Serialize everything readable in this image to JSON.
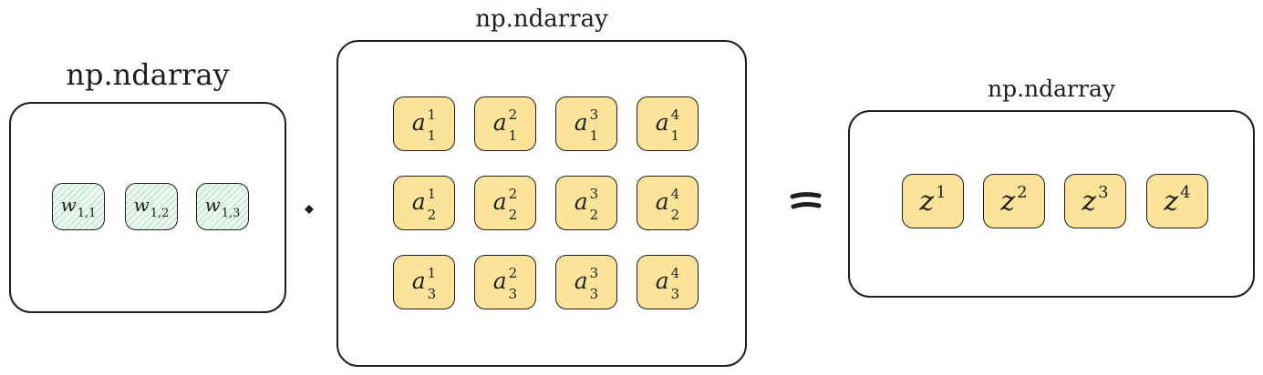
{
  "left": {
    "title": "np.ndarray",
    "cells": [
      {
        "base": "w",
        "sub": "1,1"
      },
      {
        "base": "w",
        "sub": "1,2"
      },
      {
        "base": "w",
        "sub": "1,3"
      }
    ]
  },
  "middle": {
    "title": "np.ndarray",
    "rows": [
      [
        {
          "base": "a",
          "sup": "1",
          "sub": "1"
        },
        {
          "base": "a",
          "sup": "2",
          "sub": "1"
        },
        {
          "base": "a",
          "sup": "3",
          "sub": "1"
        },
        {
          "base": "a",
          "sup": "4",
          "sub": "1"
        }
      ],
      [
        {
          "base": "a",
          "sup": "1",
          "sub": "2"
        },
        {
          "base": "a",
          "sup": "2",
          "sub": "2"
        },
        {
          "base": "a",
          "sup": "3",
          "sub": "2"
        },
        {
          "base": "a",
          "sup": "4",
          "sub": "2"
        }
      ],
      [
        {
          "base": "a",
          "sup": "1",
          "sub": "3"
        },
        {
          "base": "a",
          "sup": "2",
          "sub": "3"
        },
        {
          "base": "a",
          "sup": "3",
          "sub": "3"
        },
        {
          "base": "a",
          "sup": "4",
          "sub": "3"
        }
      ]
    ]
  },
  "right": {
    "title": "np.ndarray",
    "cells": [
      {
        "base": "z",
        "sup": "1"
      },
      {
        "base": "z",
        "sup": "2"
      },
      {
        "base": "z",
        "sup": "3"
      },
      {
        "base": "z",
        "sup": "4"
      }
    ]
  },
  "colors": {
    "stroke": "#1e1e1e",
    "yellow_fill": "#fbe49a",
    "green_hatch": "#8ccda5"
  }
}
